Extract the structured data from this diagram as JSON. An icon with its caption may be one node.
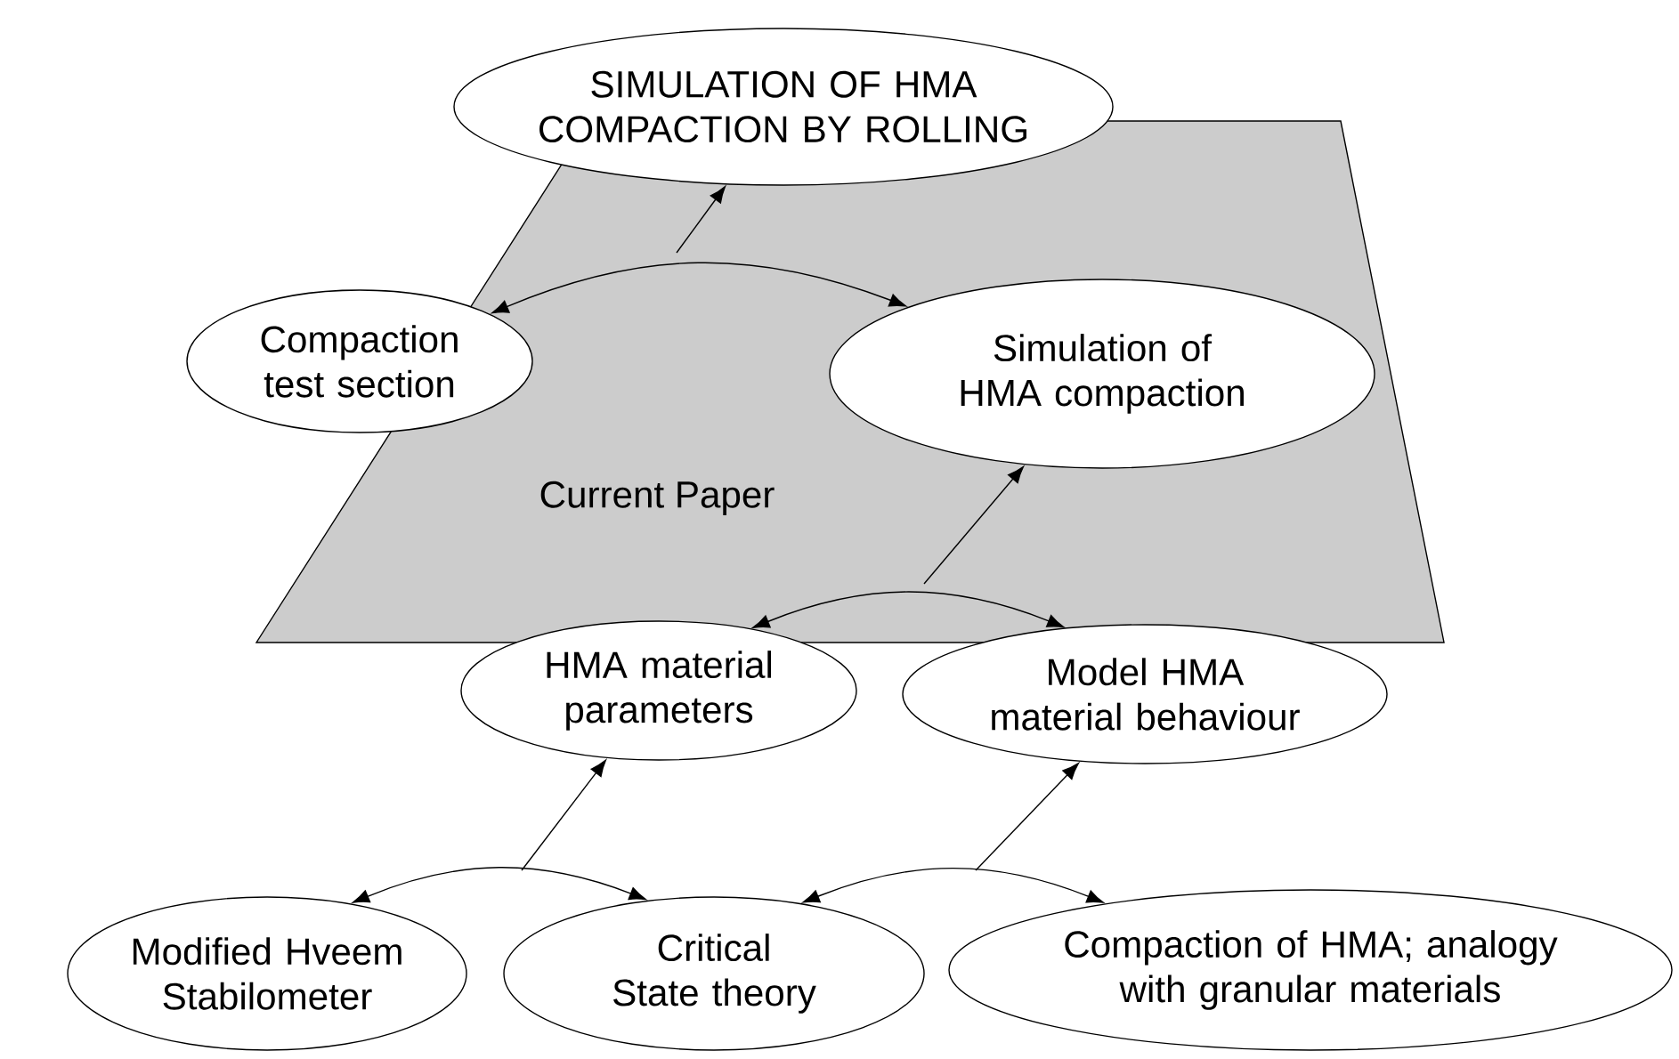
{
  "diagram": {
    "nodes": [
      {
        "text": [
          "SIMULATION OF HMA COMPACTION BY ROLLING"
        ]
      },
      {
        "text": [
          "Compaction test section"
        ]
      },
      {
        "text": [
          "Simulation of HMA compaction"
        ]
      },
      {
        "text": [
          "HMA material parameters"
        ]
      },
      {
        "text": [
          "Model HMA material behaviour"
        ]
      },
      {
        "text": [
          "Modified Hveem Stabilometer"
        ]
      },
      {
        "text": [
          "Critical State theory"
        ]
      },
      {
        "text": [
          "Compaction of HMA; analogy with granular materials"
        ]
      }
    ],
    "edges": [
      {
        "from": 1,
        "to": 2,
        "arrow": "both"
      },
      {
        "from": null,
        "to": 0,
        "arrow": "to"
      },
      {
        "from": 3,
        "to": 4,
        "arrow": "both"
      },
      {
        "from": null,
        "to": 2,
        "arrow": "to"
      },
      {
        "from": 5,
        "to": 6,
        "arrow": "both"
      },
      {
        "from": null,
        "to": 3,
        "arrow": "to"
      },
      {
        "from": 6,
        "to": 7,
        "arrow": "both"
      },
      {
        "from": null,
        "to": 4,
        "arrow": "to"
      }
    ],
    "labels": [
      "Current Paper"
    ]
  }
}
